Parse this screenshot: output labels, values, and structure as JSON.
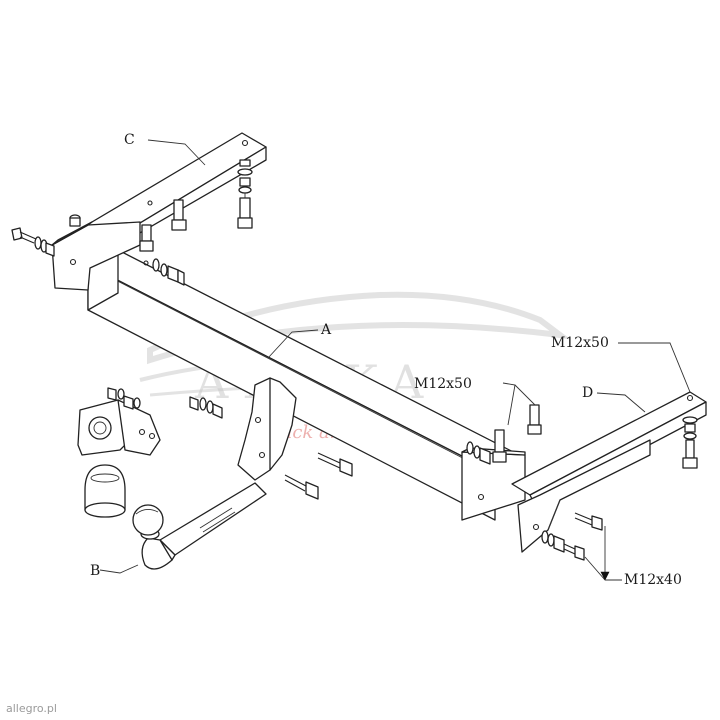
{
  "labels": {
    "A": "A",
    "B": "B",
    "C": "C",
    "D": "D",
    "bolt_m12x50_left": "M12x50",
    "bolt_m12x50_right": "M12x50",
    "bolt_m12x40": "M12x40"
  },
  "watermark": {
    "brand": "AHAKA",
    "slogan": "hack and tunel",
    "color": "#d9534f"
  },
  "footer": {
    "site": "allegro.pl"
  },
  "colors": {
    "line": "#222222",
    "background": "#ffffff",
    "watermark_gray": "#c8c8c8"
  }
}
